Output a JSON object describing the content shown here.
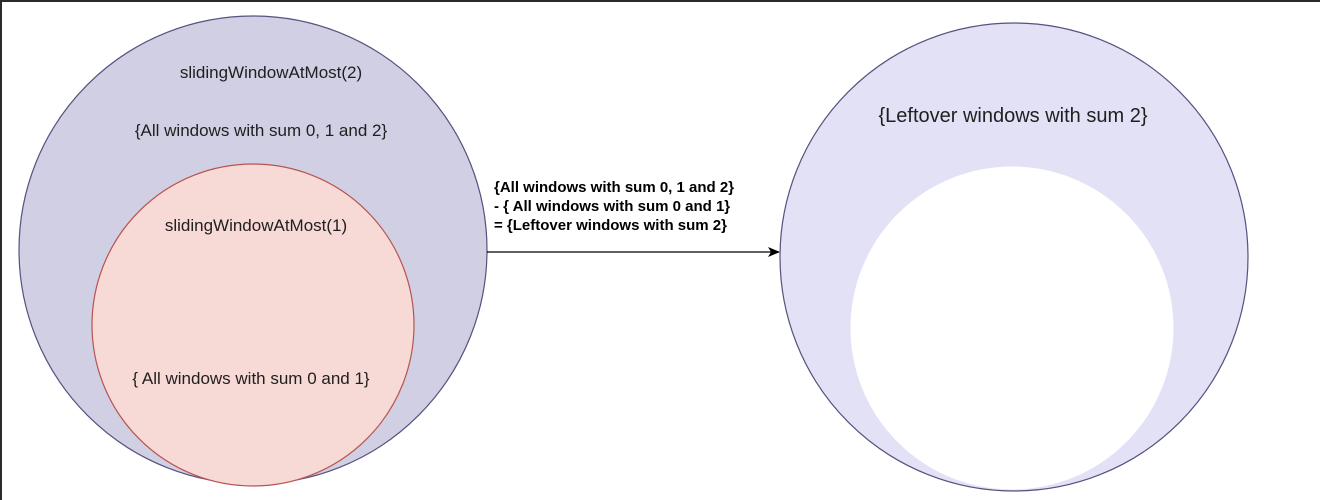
{
  "diagram": {
    "left_group": {
      "outer_title": "slidingWindowAtMost(2)",
      "outer_set": "{All windows with sum 0, 1 and 2}",
      "inner_title": "slidingWindowAtMost(1)",
      "inner_set": "{ All windows with sum 0 and 1}"
    },
    "arrow_label": {
      "line1": "{All windows with sum 0, 1 and 2}",
      "line2": "- { All windows with sum 0 and 1}",
      "line3": "= {Leftover windows with sum 2}"
    },
    "right_group": {
      "set_label": "{Leftover windows with sum 2}"
    }
  },
  "colors": {
    "outer_fill": "#d0cfe3",
    "outer_stroke": "#56517e",
    "inner_fill": "#f7d9d5",
    "inner_stroke": "#b85450",
    "right_fill": "#e2e1f5",
    "hole_fill": "#ffffff",
    "arrow": "#000000"
  }
}
